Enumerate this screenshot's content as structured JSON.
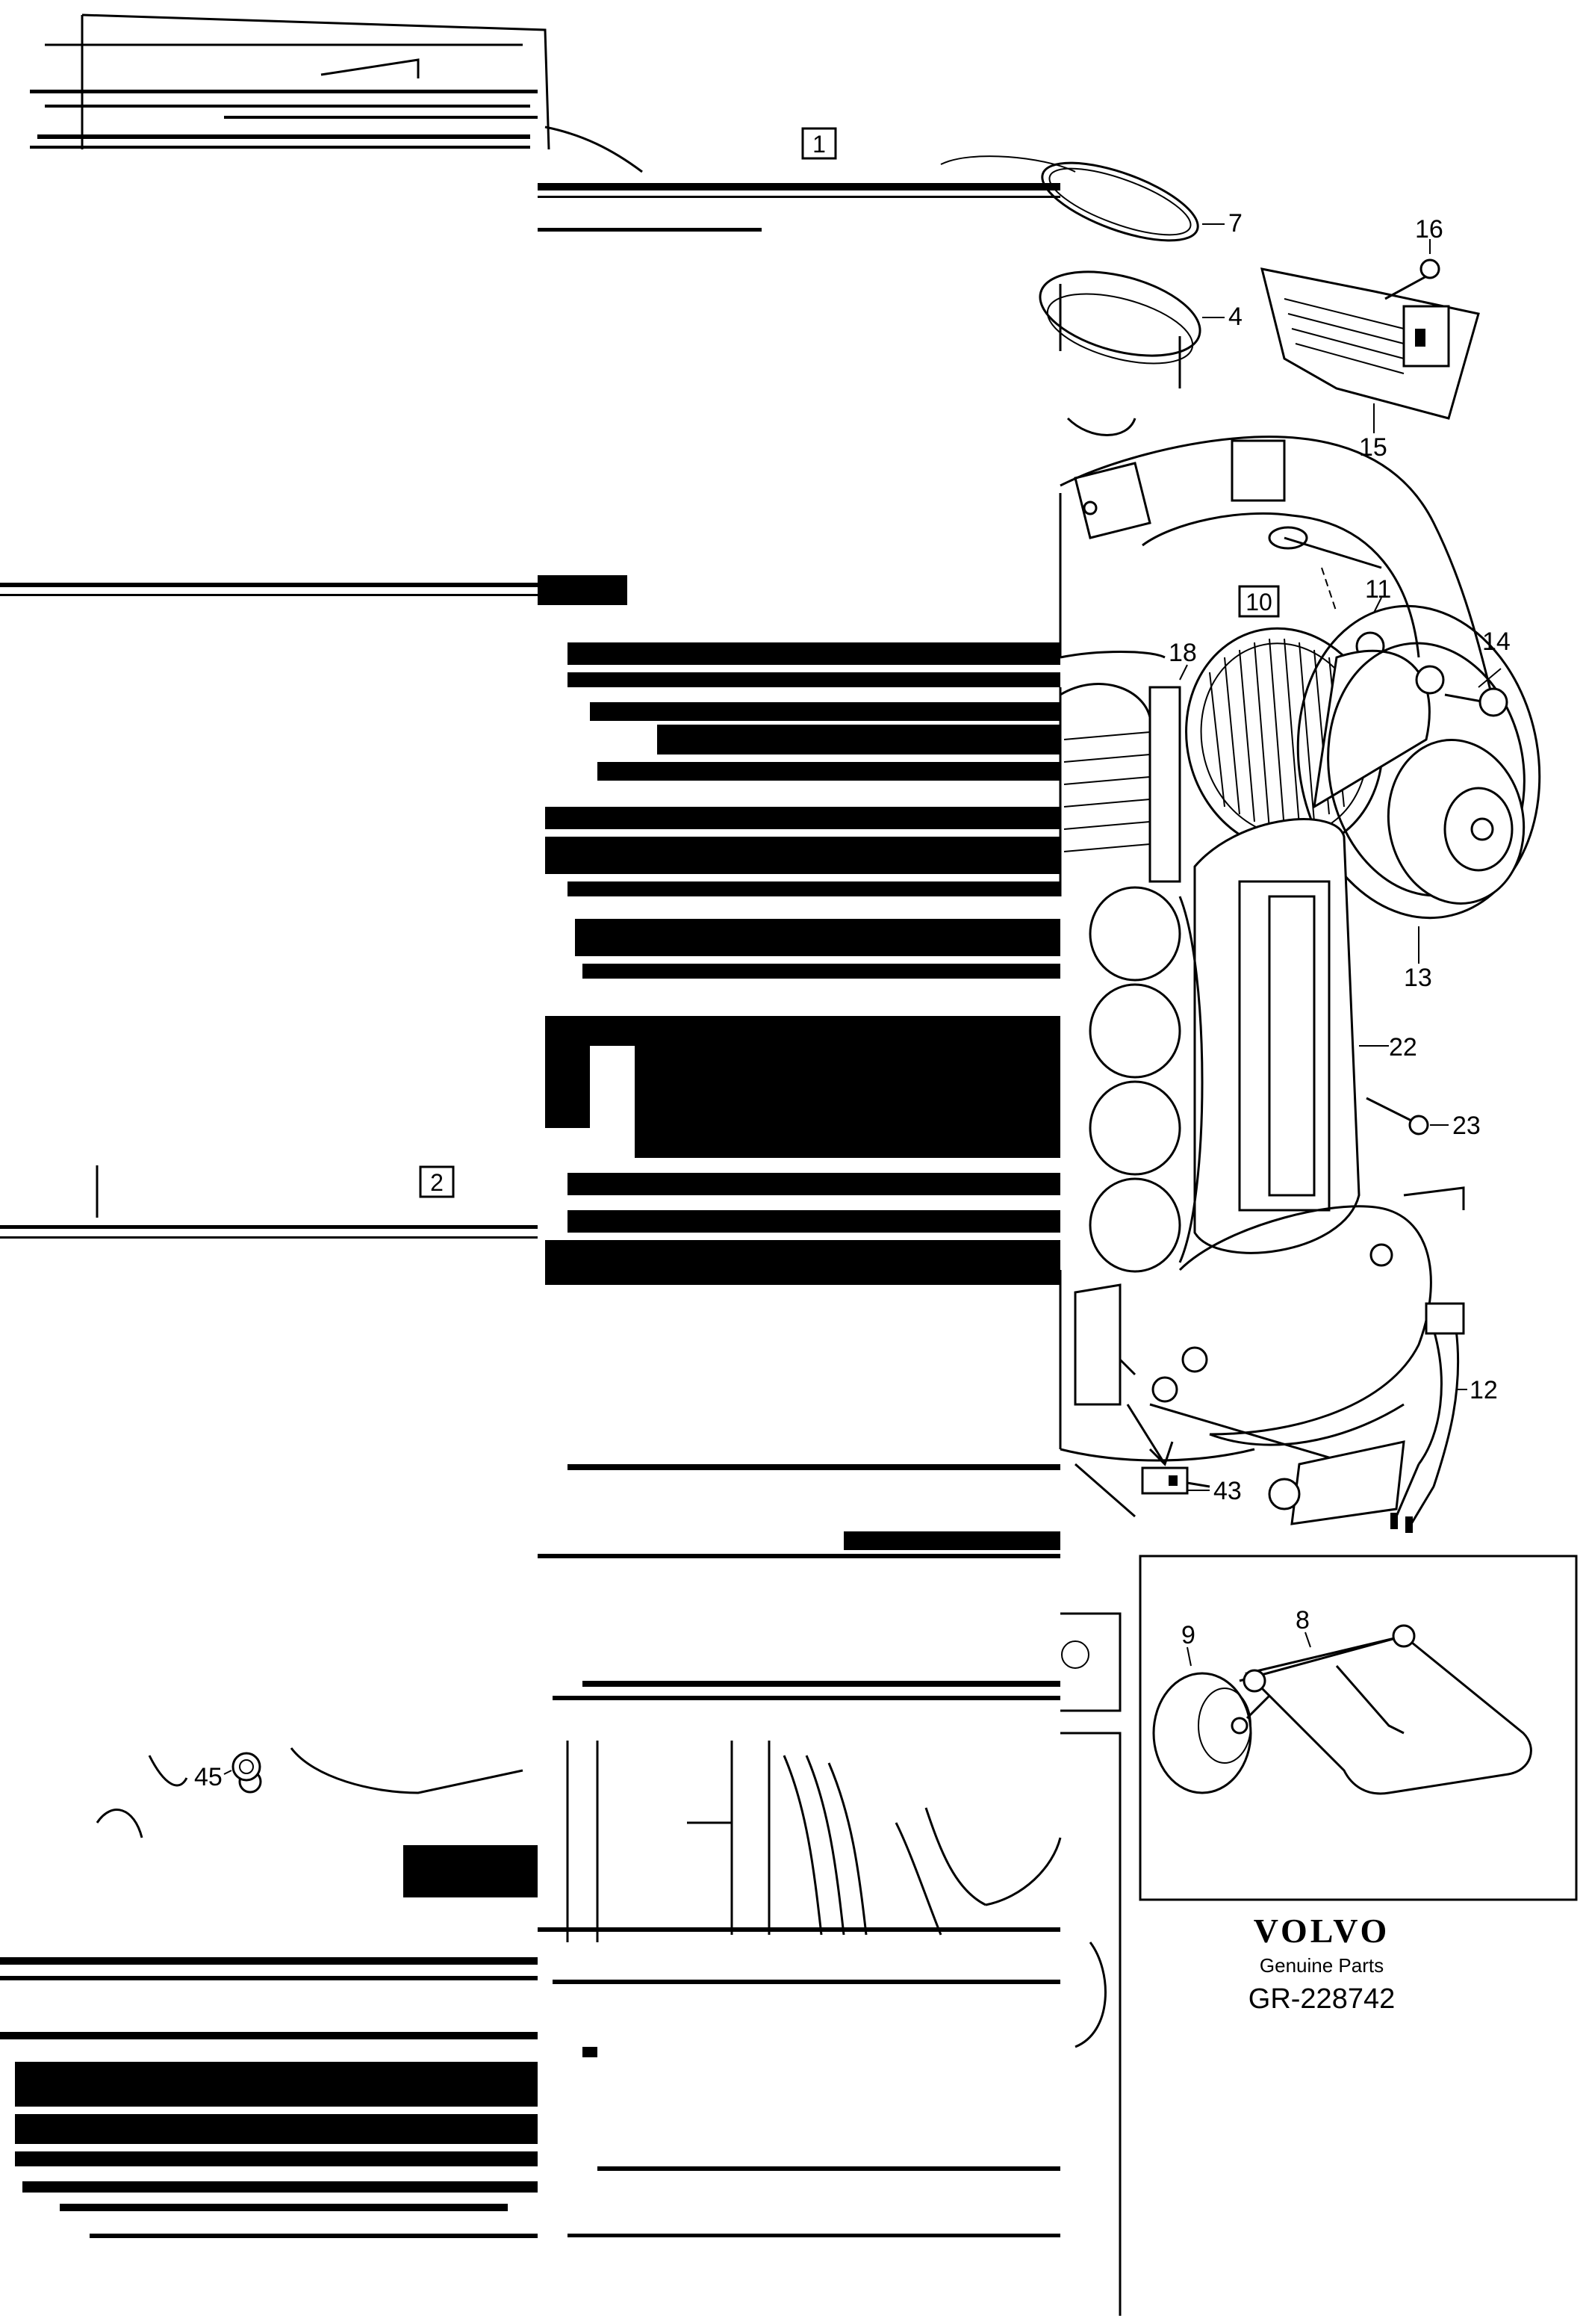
{
  "diagram": {
    "box_labels": {
      "box1": "1",
      "box2": "2",
      "box10": "10"
    },
    "callouts": {
      "c4": "4",
      "c7": "7",
      "c8": "8",
      "c9": "9",
      "c11": "11",
      "c12": "12",
      "c13": "13",
      "c14": "14",
      "c15": "15",
      "c16": "16",
      "c18": "18",
      "c22": "22",
      "c23": "23",
      "c43": "43",
      "c45": "45"
    }
  },
  "footer": {
    "brand": "VOLVO",
    "subtitle": "Genuine Parts",
    "code": "GR-228742"
  }
}
